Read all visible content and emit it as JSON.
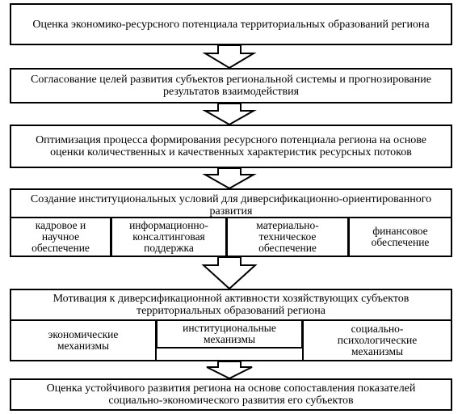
{
  "steps": {
    "s1": "Оценка экономико-ресурсного потенциала  территориальных образований региона",
    "s2": "Согласование целей развития субъектов региональной системы и прогнозирование результатов взаимодействия",
    "s3": "Оптимизация процесса формирования ресурсного потенциала региона на основе оценки количественных и качественных характеристик ресурсных потоков",
    "s4": {
      "title": "Создание институциональных условий для диверсификационно-ориентированного развития",
      "items": [
        "кадровое и научное обеспечение",
        "информационно-консалтинговая поддержка",
        "материально-техническое обеспечение",
        "финансовое обеспечение"
      ]
    },
    "s5": {
      "title": "Мотивация к диверсификационной активности хозяйствующих субъектов территориальных образований региона",
      "items": [
        "экономические механизмы",
        "институциональные механизмы",
        "социально-психологические механизмы"
      ]
    },
    "s6": "Оценка устойчивого развития региона на основе сопоставления показателей социально-экономического развития его субъектов"
  }
}
